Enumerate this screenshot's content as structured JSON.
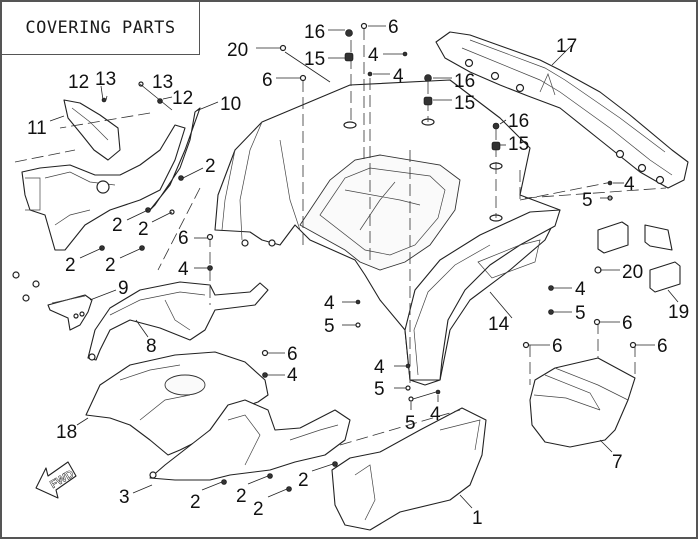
{
  "diagram": {
    "title": "COVERING PARTS",
    "direction_marker": "FWD",
    "colors": {
      "line": "#222222",
      "background": "#ffffff",
      "frame": "#555555"
    },
    "parts": [
      {
        "id": "1"
      },
      {
        "id": "2"
      },
      {
        "id": "3"
      },
      {
        "id": "4"
      },
      {
        "id": "5"
      },
      {
        "id": "6"
      },
      {
        "id": "7"
      },
      {
        "id": "8"
      },
      {
        "id": "9"
      },
      {
        "id": "10"
      },
      {
        "id": "11"
      },
      {
        "id": "12"
      },
      {
        "id": "13"
      },
      {
        "id": "14"
      },
      {
        "id": "15"
      },
      {
        "id": "16"
      },
      {
        "id": "17"
      },
      {
        "id": "18"
      },
      {
        "id": "19"
      },
      {
        "id": "20"
      }
    ],
    "callouts": [
      {
        "label": "20"
      },
      {
        "label": "16"
      },
      {
        "label": "6"
      },
      {
        "label": "15"
      },
      {
        "label": "4"
      },
      {
        "label": "4"
      },
      {
        "label": "17"
      },
      {
        "label": "6"
      },
      {
        "label": "16"
      },
      {
        "label": "15"
      },
      {
        "label": "12"
      },
      {
        "label": "13"
      },
      {
        "label": "13"
      },
      {
        "label": "12"
      },
      {
        "label": "10"
      },
      {
        "label": "11"
      },
      {
        "label": "16"
      },
      {
        "label": "15"
      },
      {
        "label": "2"
      },
      {
        "label": "4"
      },
      {
        "label": "5"
      },
      {
        "label": "2"
      },
      {
        "label": "2"
      },
      {
        "label": "6"
      },
      {
        "label": "2"
      },
      {
        "label": "2"
      },
      {
        "label": "4"
      },
      {
        "label": "20"
      },
      {
        "label": "9"
      },
      {
        "label": "4"
      },
      {
        "label": "4"
      },
      {
        "label": "5"
      },
      {
        "label": "14"
      },
      {
        "label": "19"
      },
      {
        "label": "5"
      },
      {
        "label": "6"
      },
      {
        "label": "8"
      },
      {
        "label": "6"
      },
      {
        "label": "6"
      },
      {
        "label": "6"
      },
      {
        "label": "4"
      },
      {
        "label": "4"
      },
      {
        "label": "5"
      },
      {
        "label": "18"
      },
      {
        "label": "5"
      },
      {
        "label": "4"
      },
      {
        "label": "7"
      },
      {
        "label": "3"
      },
      {
        "label": "2"
      },
      {
        "label": "2"
      },
      {
        "label": "2"
      },
      {
        "label": "2"
      },
      {
        "label": "1"
      }
    ]
  }
}
